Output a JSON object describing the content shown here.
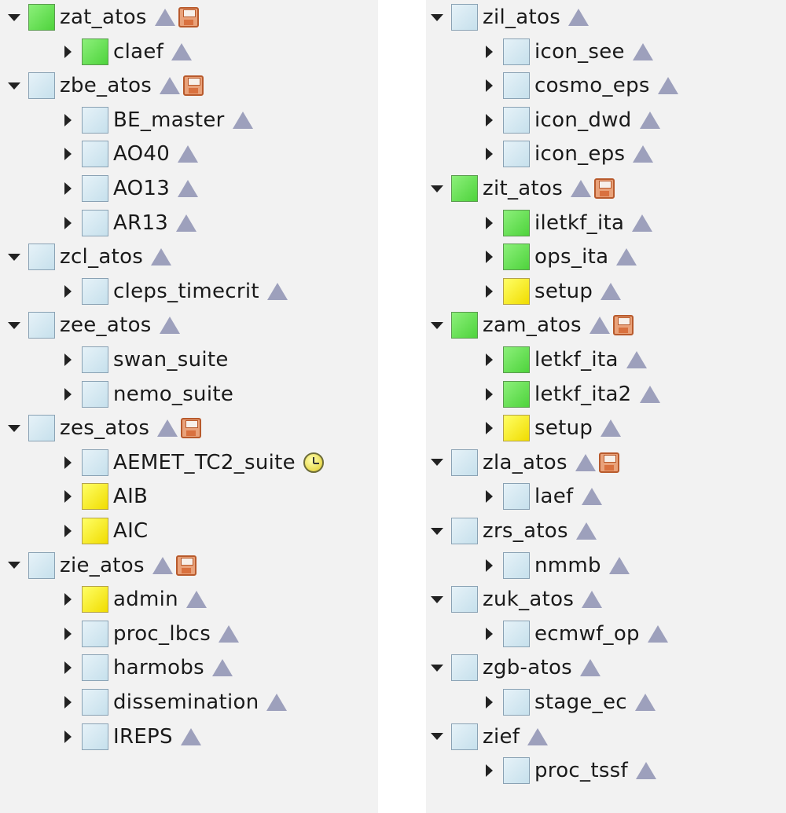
{
  "tree": {
    "left": [
      {
        "label": "zat_atos",
        "status": "complete",
        "expanded": true,
        "icons": [
          "warning-icon",
          "save-icon"
        ],
        "children": [
          {
            "label": "claef",
            "status": "complete",
            "icons": [
              "warning-icon"
            ]
          }
        ]
      },
      {
        "label": "zbe_atos",
        "status": "unknown",
        "expanded": true,
        "icons": [
          "warning-icon",
          "save-icon"
        ],
        "children": [
          {
            "label": "BE_master",
            "status": "unknown",
            "icons": [
              "warning-icon"
            ]
          },
          {
            "label": "AO40",
            "status": "unknown",
            "icons": [
              "warning-icon"
            ]
          },
          {
            "label": "AO13",
            "status": "unknown",
            "icons": [
              "warning-icon"
            ]
          },
          {
            "label": "AR13",
            "status": "unknown",
            "icons": [
              "warning-icon"
            ]
          }
        ]
      },
      {
        "label": "zcl_atos",
        "status": "unknown",
        "expanded": true,
        "icons": [
          "warning-icon"
        ],
        "children": [
          {
            "label": "cleps_timecrit",
            "status": "unknown",
            "icons": [
              "warning-icon"
            ]
          }
        ]
      },
      {
        "label": "zee_atos",
        "status": "unknown",
        "expanded": true,
        "icons": [
          "warning-icon"
        ],
        "children": [
          {
            "label": "swan_suite",
            "status": "unknown",
            "icons": []
          },
          {
            "label": "nemo_suite",
            "status": "unknown",
            "icons": []
          }
        ]
      },
      {
        "label": "zes_atos",
        "status": "unknown",
        "expanded": true,
        "icons": [
          "warning-icon",
          "save-icon"
        ],
        "children": [
          {
            "label": "AEMET_TC2_suite",
            "status": "unknown",
            "icons": [
              "clock-icon"
            ]
          },
          {
            "label": "AIB",
            "status": "queued",
            "icons": []
          },
          {
            "label": "AIC",
            "status": "queued",
            "icons": []
          }
        ]
      },
      {
        "label": "zie_atos",
        "status": "unknown",
        "expanded": true,
        "icons": [
          "warning-icon",
          "save-icon"
        ],
        "children": [
          {
            "label": "admin",
            "status": "queued",
            "icons": [
              "warning-icon"
            ]
          },
          {
            "label": "proc_lbcs",
            "status": "unknown",
            "icons": [
              "warning-icon"
            ]
          },
          {
            "label": "harmobs",
            "status": "unknown",
            "icons": [
              "warning-icon"
            ]
          },
          {
            "label": "dissemination",
            "status": "unknown",
            "icons": [
              "warning-icon"
            ]
          },
          {
            "label": "IREPS",
            "status": "unknown",
            "icons": [
              "warning-icon"
            ]
          }
        ]
      }
    ],
    "right": [
      {
        "label": "zil_atos",
        "status": "unknown",
        "expanded": true,
        "icons": [
          "warning-icon"
        ],
        "children": [
          {
            "label": "icon_see",
            "status": "unknown",
            "icons": [
              "warning-icon"
            ]
          },
          {
            "label": "cosmo_eps",
            "status": "unknown",
            "icons": [
              "warning-icon"
            ]
          },
          {
            "label": "icon_dwd",
            "status": "unknown",
            "icons": [
              "warning-icon"
            ]
          },
          {
            "label": "icon_eps",
            "status": "unknown",
            "icons": [
              "warning-icon"
            ]
          }
        ]
      },
      {
        "label": "zit_atos",
        "status": "complete",
        "expanded": true,
        "icons": [
          "warning-icon",
          "save-icon"
        ],
        "children": [
          {
            "label": "iletkf_ita",
            "status": "complete",
            "icons": [
              "warning-icon"
            ]
          },
          {
            "label": "ops_ita",
            "status": "complete",
            "icons": [
              "warning-icon"
            ]
          },
          {
            "label": "setup",
            "status": "queued",
            "icons": [
              "warning-icon"
            ]
          }
        ]
      },
      {
        "label": "zam_atos",
        "status": "complete",
        "expanded": true,
        "icons": [
          "warning-icon",
          "save-icon"
        ],
        "children": [
          {
            "label": "letkf_ita",
            "status": "complete",
            "icons": [
              "warning-icon"
            ]
          },
          {
            "label": "letkf_ita2",
            "status": "complete",
            "icons": [
              "warning-icon"
            ]
          },
          {
            "label": "setup",
            "status": "queued",
            "icons": [
              "warning-icon"
            ]
          }
        ]
      },
      {
        "label": "zla_atos",
        "status": "unknown",
        "expanded": true,
        "icons": [
          "warning-icon",
          "save-icon"
        ],
        "children": [
          {
            "label": "laef",
            "status": "unknown",
            "icons": [
              "warning-icon"
            ]
          }
        ]
      },
      {
        "label": "zrs_atos",
        "status": "unknown",
        "expanded": true,
        "icons": [
          "warning-icon"
        ],
        "children": [
          {
            "label": "nmmb",
            "status": "unknown",
            "icons": [
              "warning-icon"
            ]
          }
        ]
      },
      {
        "label": "zuk_atos",
        "status": "unknown",
        "expanded": true,
        "icons": [
          "warning-icon"
        ],
        "children": [
          {
            "label": "ecmwf_op",
            "status": "unknown",
            "icons": [
              "warning-icon"
            ]
          }
        ]
      },
      {
        "label": "zgb-atos",
        "status": "unknown",
        "expanded": true,
        "icons": [
          "warning-icon"
        ],
        "children": [
          {
            "label": "stage_ec",
            "status": "unknown",
            "icons": [
              "warning-icon"
            ]
          }
        ]
      },
      {
        "label": "zief",
        "status": "unknown",
        "expanded": true,
        "icons": [
          "warning-icon"
        ],
        "children": [
          {
            "label": "proc_tssf",
            "status": "unknown",
            "icons": [
              "warning-icon"
            ]
          }
        ]
      }
    ]
  },
  "colors": {
    "complete": "#4ed33c",
    "queued": "#f0dc00",
    "unknown": "#c6e0ec",
    "panel_background": "#f2f2f2"
  }
}
